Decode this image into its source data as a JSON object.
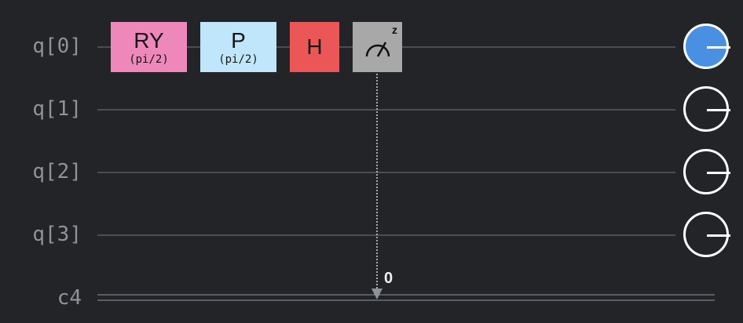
{
  "circuit": {
    "qubits": [
      {
        "label": "q[0]",
        "state_active": true
      },
      {
        "label": "q[1]",
        "state_active": false
      },
      {
        "label": "q[2]",
        "state_active": false
      },
      {
        "label": "q[3]",
        "state_active": false
      }
    ],
    "classical_register": {
      "label": "c4",
      "bit_index": "0"
    },
    "gates": [
      {
        "name": "RY",
        "param": "(pi/2)",
        "color": "#ee88bb"
      },
      {
        "name": "P",
        "param": "(pi/2)",
        "color": "#bfe6fb"
      },
      {
        "name": "H",
        "color": "#eb5757"
      },
      {
        "name": "measure",
        "basis": "z",
        "color": "#a8a8a8"
      }
    ]
  },
  "colors": {
    "background": "#222428",
    "wire": "#4a4d53",
    "active_qubit": "#4a90e2",
    "label": "#8f9399"
  }
}
